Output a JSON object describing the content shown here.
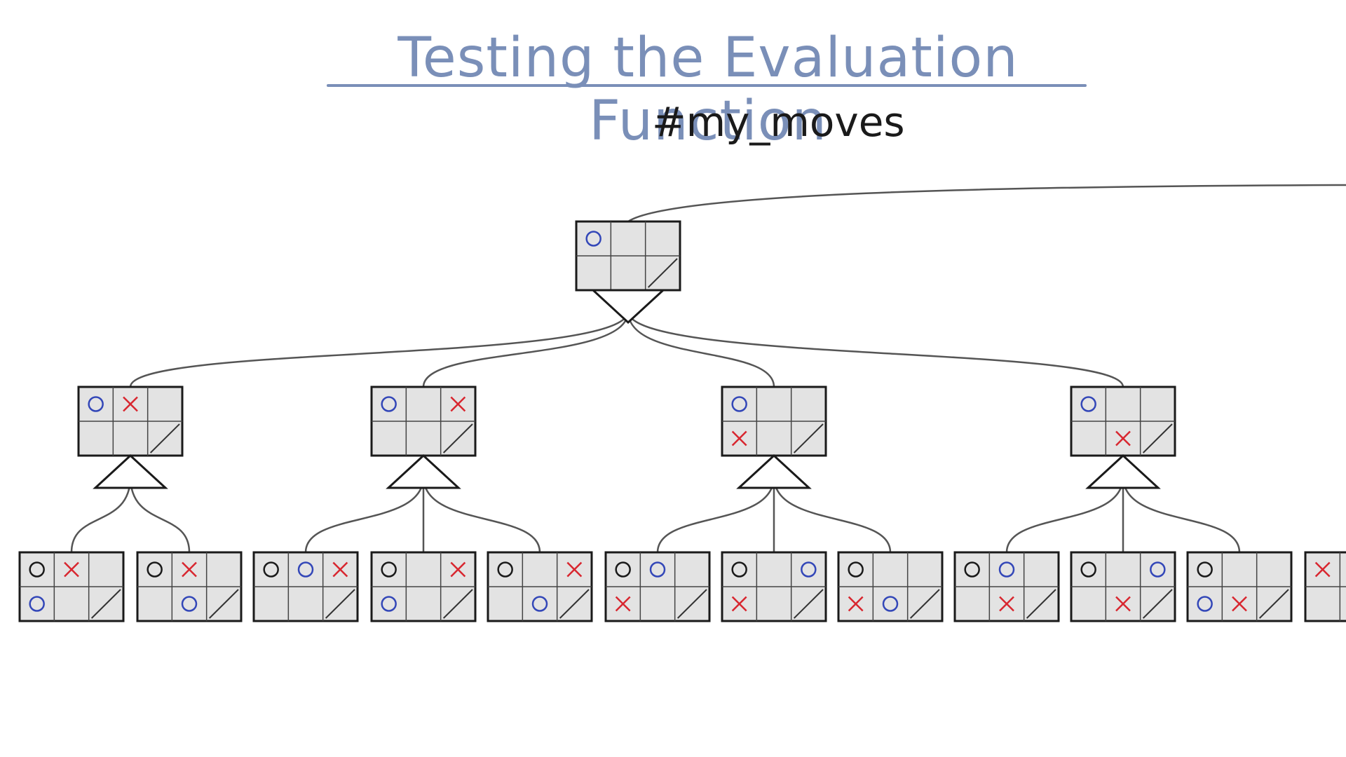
{
  "title": "Testing the Evaluation Function",
  "subtitle": "#my_moves",
  "colors": {
    "o": "#3347b8",
    "x": "#d8262f",
    "o_min": "#1a1a1a",
    "cell": "#e3e3e3",
    "border": "#1a1a1a",
    "title": "#7a8fb8",
    "edge": "#555555"
  },
  "tree": {
    "root": {
      "type": "min",
      "cells": [
        "O",
        "",
        "",
        "",
        "",
        "-"
      ]
    },
    "children": [
      {
        "type": "max",
        "cells": [
          "O",
          "X",
          "",
          "",
          "",
          "-"
        ],
        "children": [
          {
            "cells": [
              "o",
              "X",
              "",
              "O",
              "",
              "-"
            ]
          },
          {
            "cells": [
              "o",
              "X",
              "",
              "",
              "O",
              "-"
            ]
          }
        ]
      },
      {
        "type": "max",
        "cells": [
          "O",
          "",
          "X",
          "",
          "",
          "-"
        ],
        "children": [
          {
            "cells": [
              "o",
              "O",
              "X",
              "",
              "",
              "-"
            ]
          },
          {
            "cells": [
              "o",
              "",
              "X",
              "O",
              "",
              "-"
            ]
          },
          {
            "cells": [
              "o",
              "",
              "X",
              "",
              "O",
              "-"
            ]
          }
        ]
      },
      {
        "type": "max",
        "cells": [
          "O",
          "",
          "",
          "X",
          "",
          "-"
        ],
        "children": [
          {
            "cells": [
              "o",
              "O",
              "",
              "X",
              "",
              "-"
            ]
          },
          {
            "cells": [
              "o",
              "",
              "O",
              "X",
              "",
              "-"
            ]
          },
          {
            "cells": [
              "o",
              "",
              "",
              "X",
              "O",
              "-"
            ]
          }
        ]
      },
      {
        "type": "max",
        "cells": [
          "O",
          "",
          "",
          "",
          "X",
          "-"
        ],
        "children": [
          {
            "cells": [
              "o",
              "O",
              "",
              "",
              "X",
              "-"
            ]
          },
          {
            "cells": [
              "o",
              "",
              "O",
              "",
              "X",
              "-"
            ]
          },
          {
            "cells": [
              "o",
              "",
              "",
              "O",
              "X",
              "-"
            ]
          },
          {
            "cells": [
              "X",
              "",
              "",
              "",
              "",
              ""
            ]
          }
        ]
      }
    ]
  }
}
